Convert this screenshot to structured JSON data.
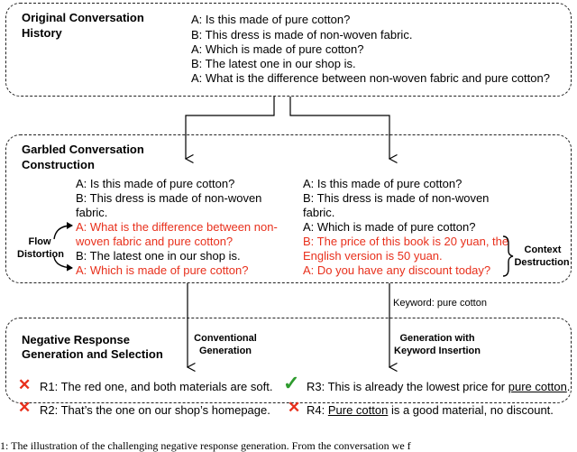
{
  "box1": {
    "title_line1": "Original Conversation",
    "title_line2": "History",
    "lines": [
      "A: Is this made of pure cotton?",
      "B: This dress is made of non-woven fabric.",
      "A: Which is made of pure cotton?",
      "B: The latest one in our shop is.",
      "A: What is the difference between non-woven fabric and pure cotton?"
    ]
  },
  "box2": {
    "title_line1": "Garbled Conversation",
    "title_line2": "Construction",
    "left": [
      "A: Is this made of pure cotton?",
      "B: This dress is made of non-woven",
      "fabric.",
      "A: What is the difference between non-",
      "woven fabric and pure cotton?",
      "B: The latest one in our shop is.",
      "A: Which is made of pure cotton?"
    ],
    "right": [
      "A: Is this made of pure cotton?",
      "B: This dress is made of non-woven",
      "fabric.",
      "A: Which is made of pure cotton?",
      "B: The price of this book is 20 yuan, the",
      "English version is 50 yuan.",
      "A: Do you have any discount today?"
    ],
    "flow_line1": "Flow",
    "flow_line2": "Distortion",
    "context_line1": "Context",
    "context_line2": "Destruction"
  },
  "keyword_note": "Keyword: pure cotton",
  "box3": {
    "title_line1": "Negative Response",
    "title_line2": "Generation and Selection",
    "conv_line1": "Conventional",
    "conv_line2": "Generation",
    "kw_line1": "Generation with",
    "kw_line2": "Keyword Insertion",
    "r1": "R1: The red one, and both materials are soft.",
    "r2": "R2: That’s the one on our shop’s homepage.",
    "r3_pre": "R3: This is already the lowest price for ",
    "r3_kw": "pure cotton",
    "r3_post": ".",
    "r4_pre": "R4: ",
    "r4_kw": "Pure cotton",
    "r4_post": " is a good material, no discount.",
    "cross_symbol": "✕",
    "check_symbol": "✓"
  },
  "caption_fragment": "1: The illustration of the challenging negative response generation. From the conversation we f"
}
